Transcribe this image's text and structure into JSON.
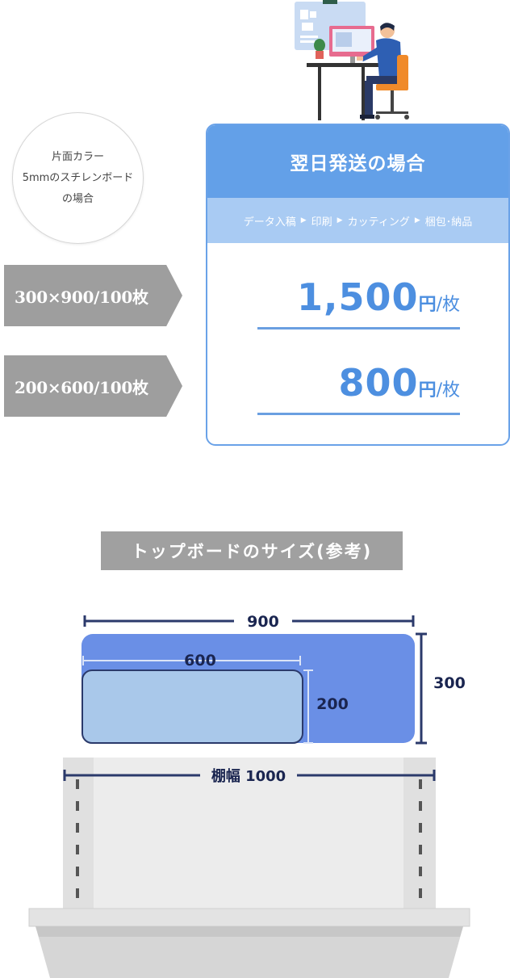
{
  "circle": {
    "lines": [
      "片面カラー",
      "5mmのスチレンボード",
      "の場合"
    ]
  },
  "sizes": [
    {
      "label": "300×900/100枚"
    },
    {
      "label": "200×600/100枚"
    }
  ],
  "card": {
    "title": "翌日発送の場合",
    "steps": [
      "データ入稿",
      "印刷",
      "カッティング",
      "梱包･納品"
    ],
    "prices": [
      {
        "amount": "1,500",
        "unit": "円",
        "per": "/枚"
      },
      {
        "amount": "800",
        "unit": "円",
        "per": "/枚"
      }
    ]
  },
  "size_section": {
    "title": "トップボードのサイズ(参考)"
  },
  "diagram": {
    "outer_width": "900",
    "outer_height": "300",
    "inner_width": "600",
    "inner_height": "200",
    "shelf_width": "棚幅 1000"
  },
  "colors": {
    "accent": "#63a0e8",
    "accent_light": "#a9cbf3",
    "label_gray": "#9e9e9e",
    "board_blue": "#6a8fe6",
    "board_light": "#a9c8ea"
  }
}
